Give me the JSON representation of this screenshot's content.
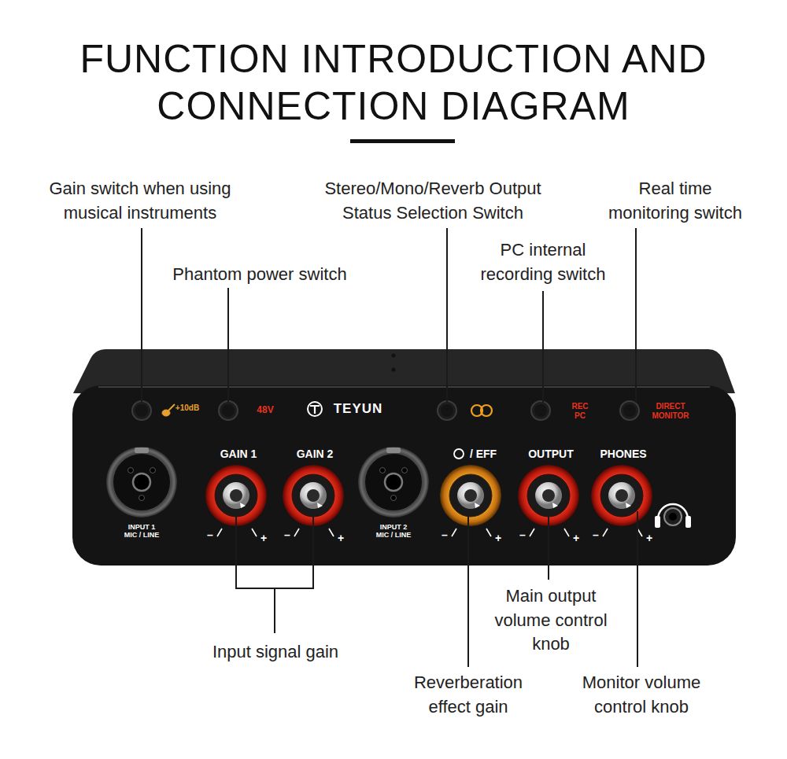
{
  "diagram": {
    "title": "FUNCTION INTRODUCTION AND CONNECTION DIAGRAM",
    "nodes": [
      {
        "text": [
          "+10dB",
          "48V",
          "TEYUN",
          "REC PC",
          "DIRECT MONITOR",
          "INPUT 1 MIC / LINE",
          "GAIN 1",
          "GAIN 2",
          "INPUT 2 MIC / LINE",
          "/ EFF",
          "OUTPUT",
          "PHONES",
          "–",
          "+",
          "–",
          "+",
          "–",
          "+",
          "–",
          "+",
          "–",
          "+"
        ]
      }
    ],
    "labels": [
      "Gain switch when using musical instruments",
      "Phantom power switch",
      "Stereo/Mono/Reverb Output Status Selection Switch",
      "PC internal recording switch",
      "Real time monitoring switch",
      "Main output volume control knob",
      "Input signal gain",
      "Reverberation effect gain",
      "Monitor volume control knob"
    ]
  }
}
